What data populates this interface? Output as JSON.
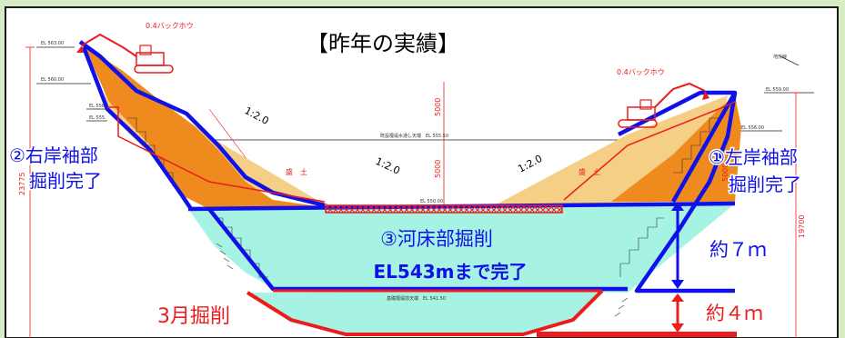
{
  "title": "【昨年の実績】",
  "excavators": {
    "left": "0.4バックホウ",
    "right": "0.4バックホウ"
  },
  "callouts": {
    "right_bank": [
      "②右岸袖部",
      "掘削完了"
    ],
    "left_bank": [
      "①左岸袖部",
      "掘削完了"
    ],
    "riverbed": "③河床部掘削",
    "el_done": "EL543mまで完了",
    "march": "3月掘削",
    "approx7": "約７ｍ",
    "approx4": "約４ｍ"
  },
  "fill_labels": [
    "盛　土",
    "盛　土"
  ],
  "slopes": [
    "1:2.0",
    "1:2.0",
    "1:2.0"
  ],
  "dims": {
    "left_height": "23775",
    "right_height": "19700",
    "upper_5000": "5000",
    "lower_5000": "5000",
    "right_mid": "5000"
  },
  "elevations": {
    "el563": "EL 563.00",
    "el560": "EL 560.00",
    "el558": "EL 558.",
    "el555": "EL 555.",
    "el559": "EL 559.00",
    "el556": "EL 556.00",
    "el550": "EL 550.00",
    "crest": "既設堰堤水通し天端　EL 555.50",
    "base": "基礎堰堤前天端　EL 541.50",
    "terrain": "地形線"
  },
  "colors": {
    "fill_tan": "#f6cf86",
    "excavated_orange": "#ef8a1e",
    "riverbed_cyan": "#a6f2e3",
    "outline_blue": "#1010e8",
    "red": "#ec1c1c",
    "background": "#d5ecc4"
  }
}
